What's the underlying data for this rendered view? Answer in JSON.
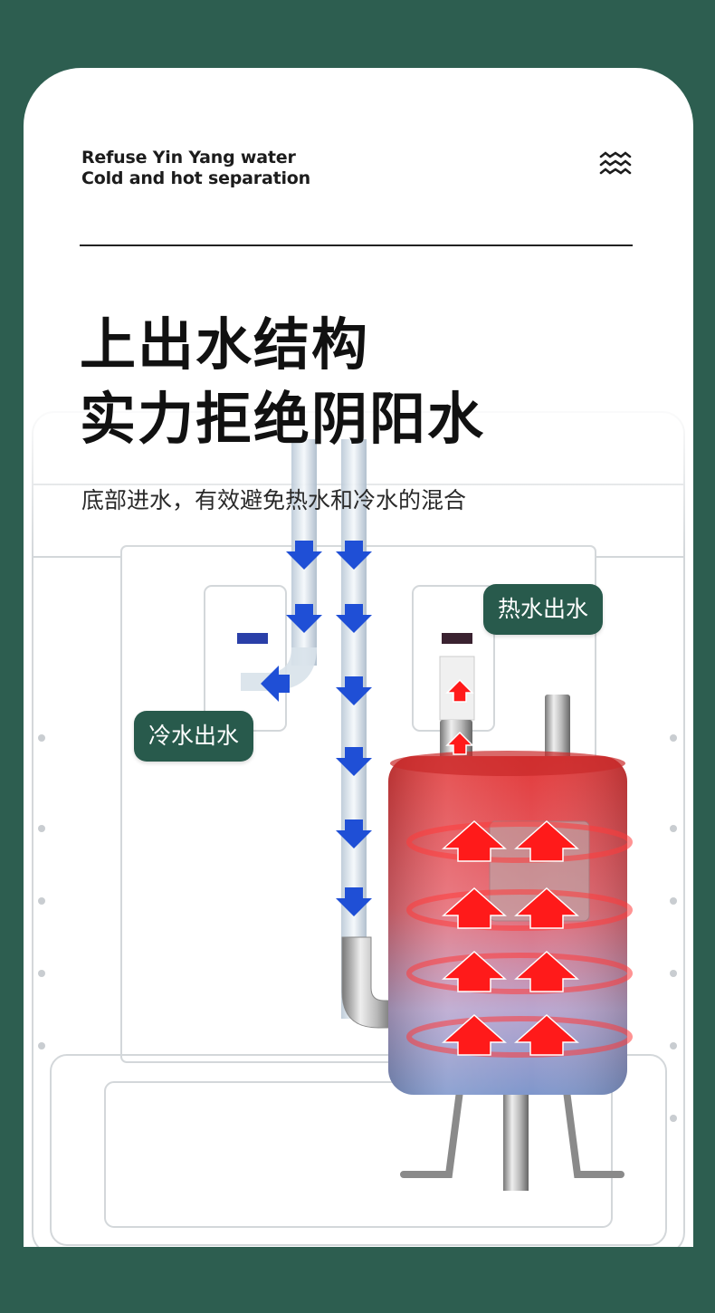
{
  "subtitle": {
    "line1": "Refuse Yin Yang water",
    "line2": "Cold and hot separation"
  },
  "icons": {
    "top_right": "water-waves-icon"
  },
  "headline": {
    "line1": "上出水结构",
    "line2": "实力拒绝阴阳水"
  },
  "caption": "底部进水，有效避免热水和冷水的混合",
  "labels": {
    "hot_out": "热水出水",
    "cold_out": "冷水出水"
  },
  "colors": {
    "background": "#2d5e50",
    "tag": "#285a4c",
    "hot": "#e03030",
    "cold_arrow": "#1f4fd6",
    "heat_arrow": "#ff1a1a"
  }
}
